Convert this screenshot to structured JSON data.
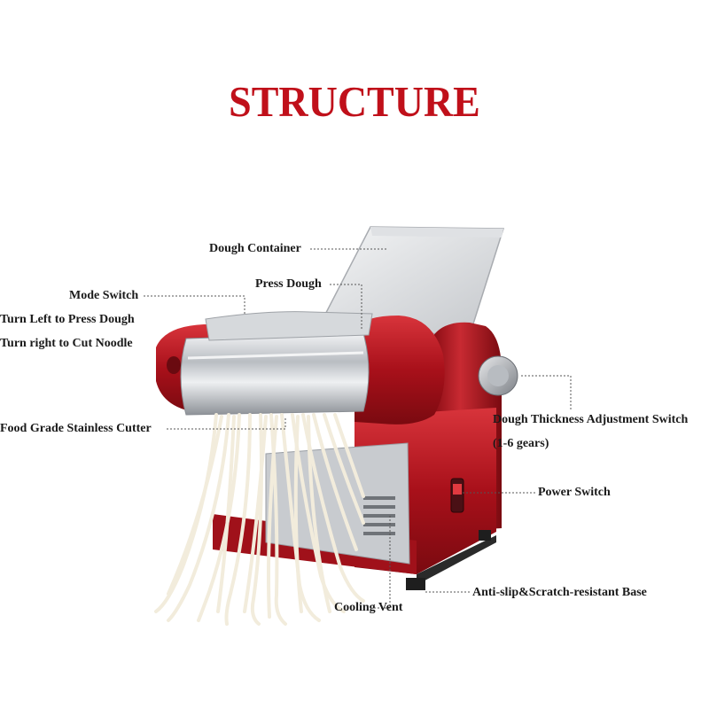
{
  "title": "STRUCTURE",
  "colors": {
    "title": "#c0101a",
    "machine_red": "#b0141c",
    "steel": "#c9ccd0"
  },
  "labels": {
    "dough_container": "Dough Container",
    "mode_switch": "Mode Switch",
    "turn_left": "Turn Left to Press Dough",
    "turn_right": "Turn right to Cut Noodle",
    "press_dough": "Press Dough",
    "cutter": "Food Grade Stainless Cutter",
    "thickness": "Dough Thickness Adjustment Switch",
    "gears": "(1-6 gears)",
    "power": "Power Switch",
    "base": "Anti-slip&Scratch-resistant Base",
    "cooling": "Cooling Vent"
  }
}
